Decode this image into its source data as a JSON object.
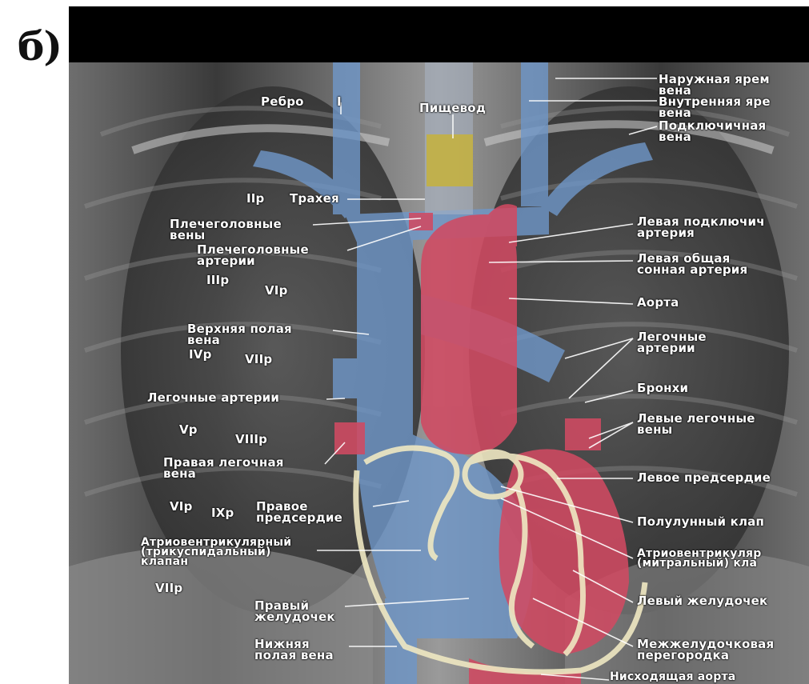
{
  "panel_letter": "б)",
  "labels": {
    "rebro": "Ребро",
    "rebro_num": "I",
    "pishchevod": "Пищевод",
    "naruzh_1": "Наружная ярем",
    "naruzh_2": "вена",
    "vnutr_1": "Внутренняя яре",
    "vnutr_2": "вена",
    "podkl_1": "Подключичная",
    "podkl_2": "вена",
    "traheya_num": "IIp",
    "traheya": "Трахея",
    "plech_veny_1": "Плечеголовные",
    "plech_veny_2": "вены",
    "plech_art_1": "Плечеголовные",
    "plech_art_2": "артерии",
    "lev_podkl_1": "Левая подключич",
    "lev_podkl_2": "артерия",
    "lev_obsh_1": "Левая общая",
    "lev_obsh_2": "сонная артерия",
    "aorta": "Аорта",
    "r3": "IIIp",
    "r6": "VIp",
    "verh_pol_1": "Верхняя полая",
    "verh_pol_2": "вена",
    "r4": "IVp",
    "r7": "VIIp",
    "leg_art_right_1": "Легочные",
    "leg_art_right_2": "артерии",
    "leg_art_left": "Легочные артерии",
    "bronhi": "Бронхи",
    "r5": "Vp",
    "r8": "VIIIp",
    "lev_leg_veny_1": "Левые легочные",
    "lev_leg_veny_2": "вены",
    "prav_leg_vena_1": "Правая легочная",
    "prav_leg_vena_2": "вена",
    "lev_predserd": "Левое предсердие",
    "r6b": "VIp",
    "r9": "IXp",
    "prav_predserd_1": "Правое",
    "prav_predserd_2": "предсердие",
    "polulun": "Полулунный клап",
    "atrio_tri_1": "Атриовентрикулярный",
    "atrio_tri_2": "(трикуспидальный)",
    "atrio_tri_3": "клапан",
    "atrio_mitr_1": "Атриовентрикуляр",
    "atrio_mitr_2": "(митральный) кла",
    "r7b": "VIIp",
    "prav_zhel_1": "Правый",
    "prav_zhel_2": "желудочек",
    "lev_zhel": "Левый желудочек",
    "nizh_pol_1": "Нижняя",
    "nizh_pol_2": "полая вена",
    "mezhzhel_1": "Межжелудочковая",
    "mezhzhel_2": "перегородка",
    "nishod_aorta": "Нисходящая аорта"
  },
  "colors": {
    "background": "#0a0a0a",
    "label_text": "#ffffff",
    "venous_blue": "#6f97c9",
    "arterial_red": "#d04a62",
    "valve_cream": "#efe8c2",
    "esophagus_yellow": "#c6b23c"
  }
}
